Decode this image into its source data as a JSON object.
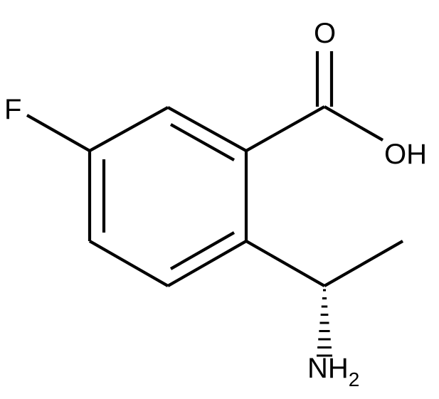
{
  "atoms": {
    "fluorine": "F",
    "carbonyl_oxygen": "O",
    "hydroxyl": "OH",
    "amine": "NH",
    "amine_subscript": "2"
  },
  "colors": {
    "bond": "#000000",
    "text": "#000000",
    "background": "#ffffff"
  }
}
